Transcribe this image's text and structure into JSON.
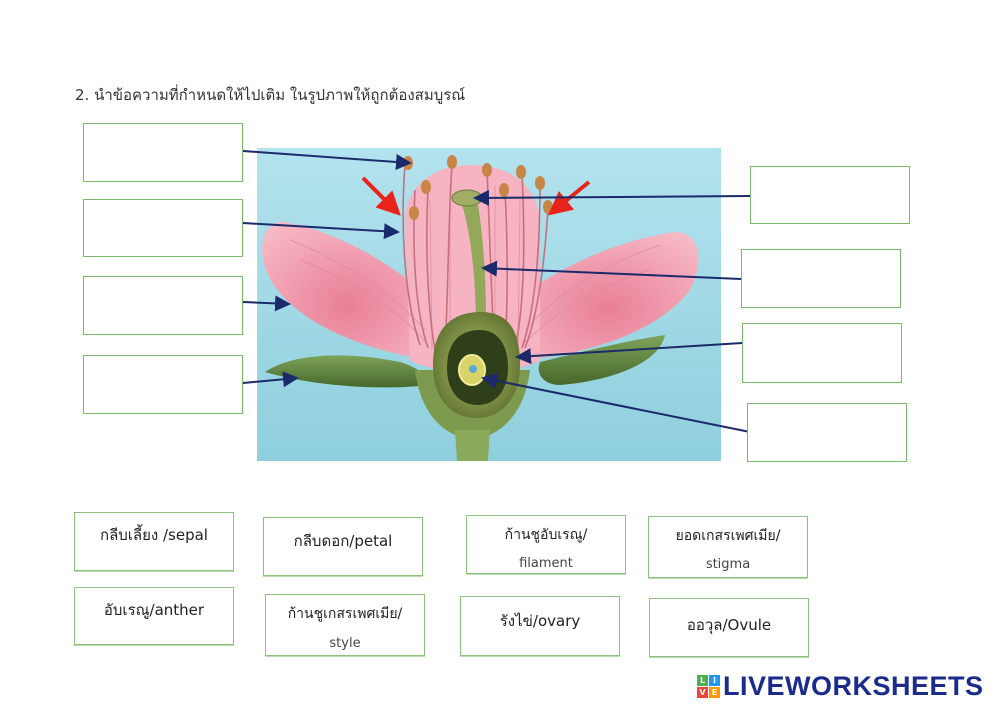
{
  "instruction": "2. นำข้อความที่กำหนดให้ไปเติม ในรูปภาพให้ถูกต้องสมบูรณ์",
  "word_bank": [
    {
      "line1": "กลีบเลี้ยง /sepal",
      "line2": ""
    },
    {
      "line1": "กลีบดอก/petal",
      "line2": ""
    },
    {
      "line1": "ก้านชูอับเรณู/",
      "line2": "filament"
    },
    {
      "line1": "ยอดเกสรเพศเมีย/",
      "line2": "stigma"
    },
    {
      "line1": "อับเรณู/anther",
      "line2": ""
    },
    {
      "line1": "ก้านชูเกสรเพศเมีย/",
      "line2": "style"
    },
    {
      "line1": "รังไข่/ovary",
      "line2": ""
    },
    {
      "line1": "ออวุล/Ovule",
      "line2": ""
    }
  ],
  "brand": {
    "name": "LIVEWORKSHEETS",
    "logo_letters": [
      "L",
      "I",
      "V",
      "E"
    ]
  },
  "colors": {
    "box_border": "#79b86a",
    "arrow_line": "#1b2a6b",
    "highlight_arrow": "#e8231c",
    "diagram_bg": "#a8dbe4",
    "petal": "#f3a2b2"
  }
}
